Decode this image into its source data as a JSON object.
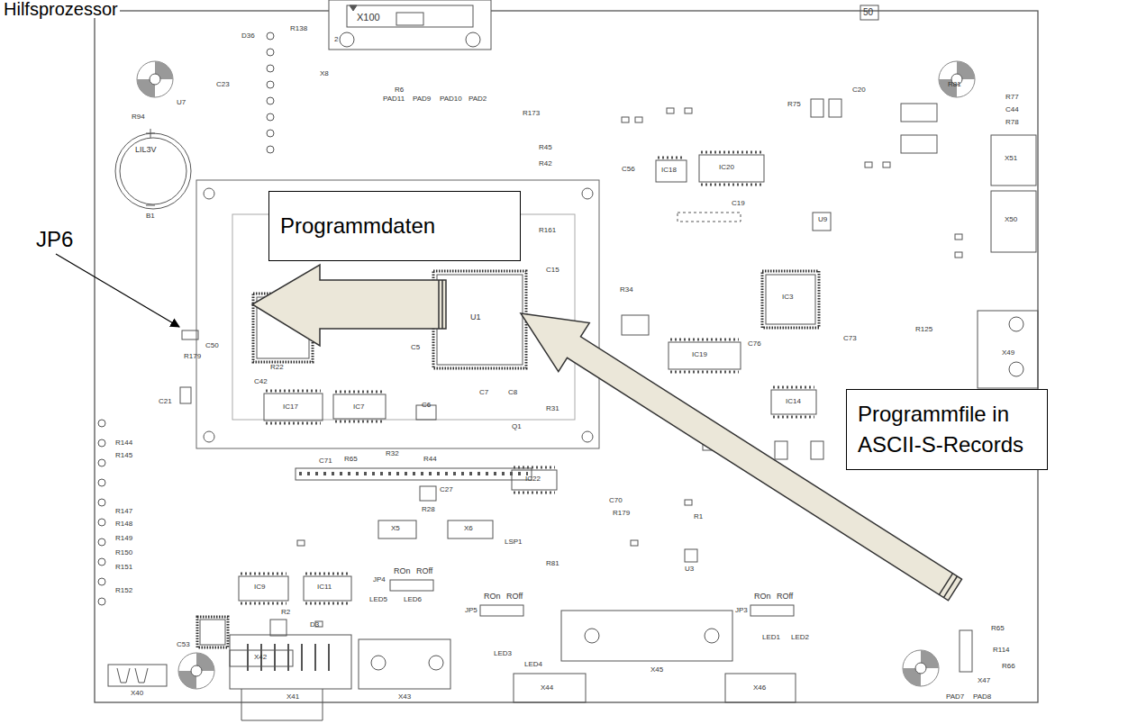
{
  "diagram": {
    "title": "Hilfsprozessor",
    "nodes": [
      {
        "text": [
          "Programmdaten"
        ]
      },
      {
        "text": [
          "Programmfile in ASCII-S-Records"
        ]
      }
    ],
    "labels": [
      "X100",
      "50",
      "2",
      "R138",
      "D36",
      "R6",
      "PAD11",
      "PAD9",
      "PAD10",
      "PAD2",
      "LIL3V",
      "B1",
      "R94",
      "U7",
      "C23",
      "X8",
      "R173",
      "R45",
      "R42",
      "C56",
      "IC18",
      "IC20",
      "C19",
      "R75",
      "C20",
      "R81",
      "R77",
      "C44",
      "R78",
      "X51",
      "X50",
      "X49",
      "IC3",
      "U9",
      "R161",
      "C15",
      "U1",
      "IC17",
      "IC7",
      "R22",
      "C42",
      "C5",
      "C6",
      "C7",
      "C8",
      "R31",
      "Q1",
      "R65",
      "R32",
      "C71",
      "R44",
      "IC9",
      "IC11",
      "C27",
      "R28",
      "X5",
      "X6",
      "IC22",
      "LSP1",
      "R81",
      "JP4",
      "ROn",
      "ROff",
      "JP5",
      "ROn",
      "ROff",
      "JP3",
      "ROn",
      "ROff",
      "LED5",
      "LED6",
      "LED3",
      "LED4",
      "LED1",
      "LED2",
      "X42",
      "X41",
      "X43",
      "X44",
      "X45",
      "X46",
      "X47",
      "X40",
      "IC19",
      "IC14",
      "C76",
      "C73",
      "R125",
      "R34",
      "R1",
      "U3",
      "R179",
      "C70",
      "C21",
      "R179",
      "C50",
      "R144",
      "R145",
      "R147",
      "R148",
      "R149",
      "R150",
      "R151",
      "R152",
      "C53",
      "D3",
      "R2",
      "R114",
      "R65",
      "R66",
      "PAD7",
      "PAD8",
      "JP6"
    ]
  }
}
